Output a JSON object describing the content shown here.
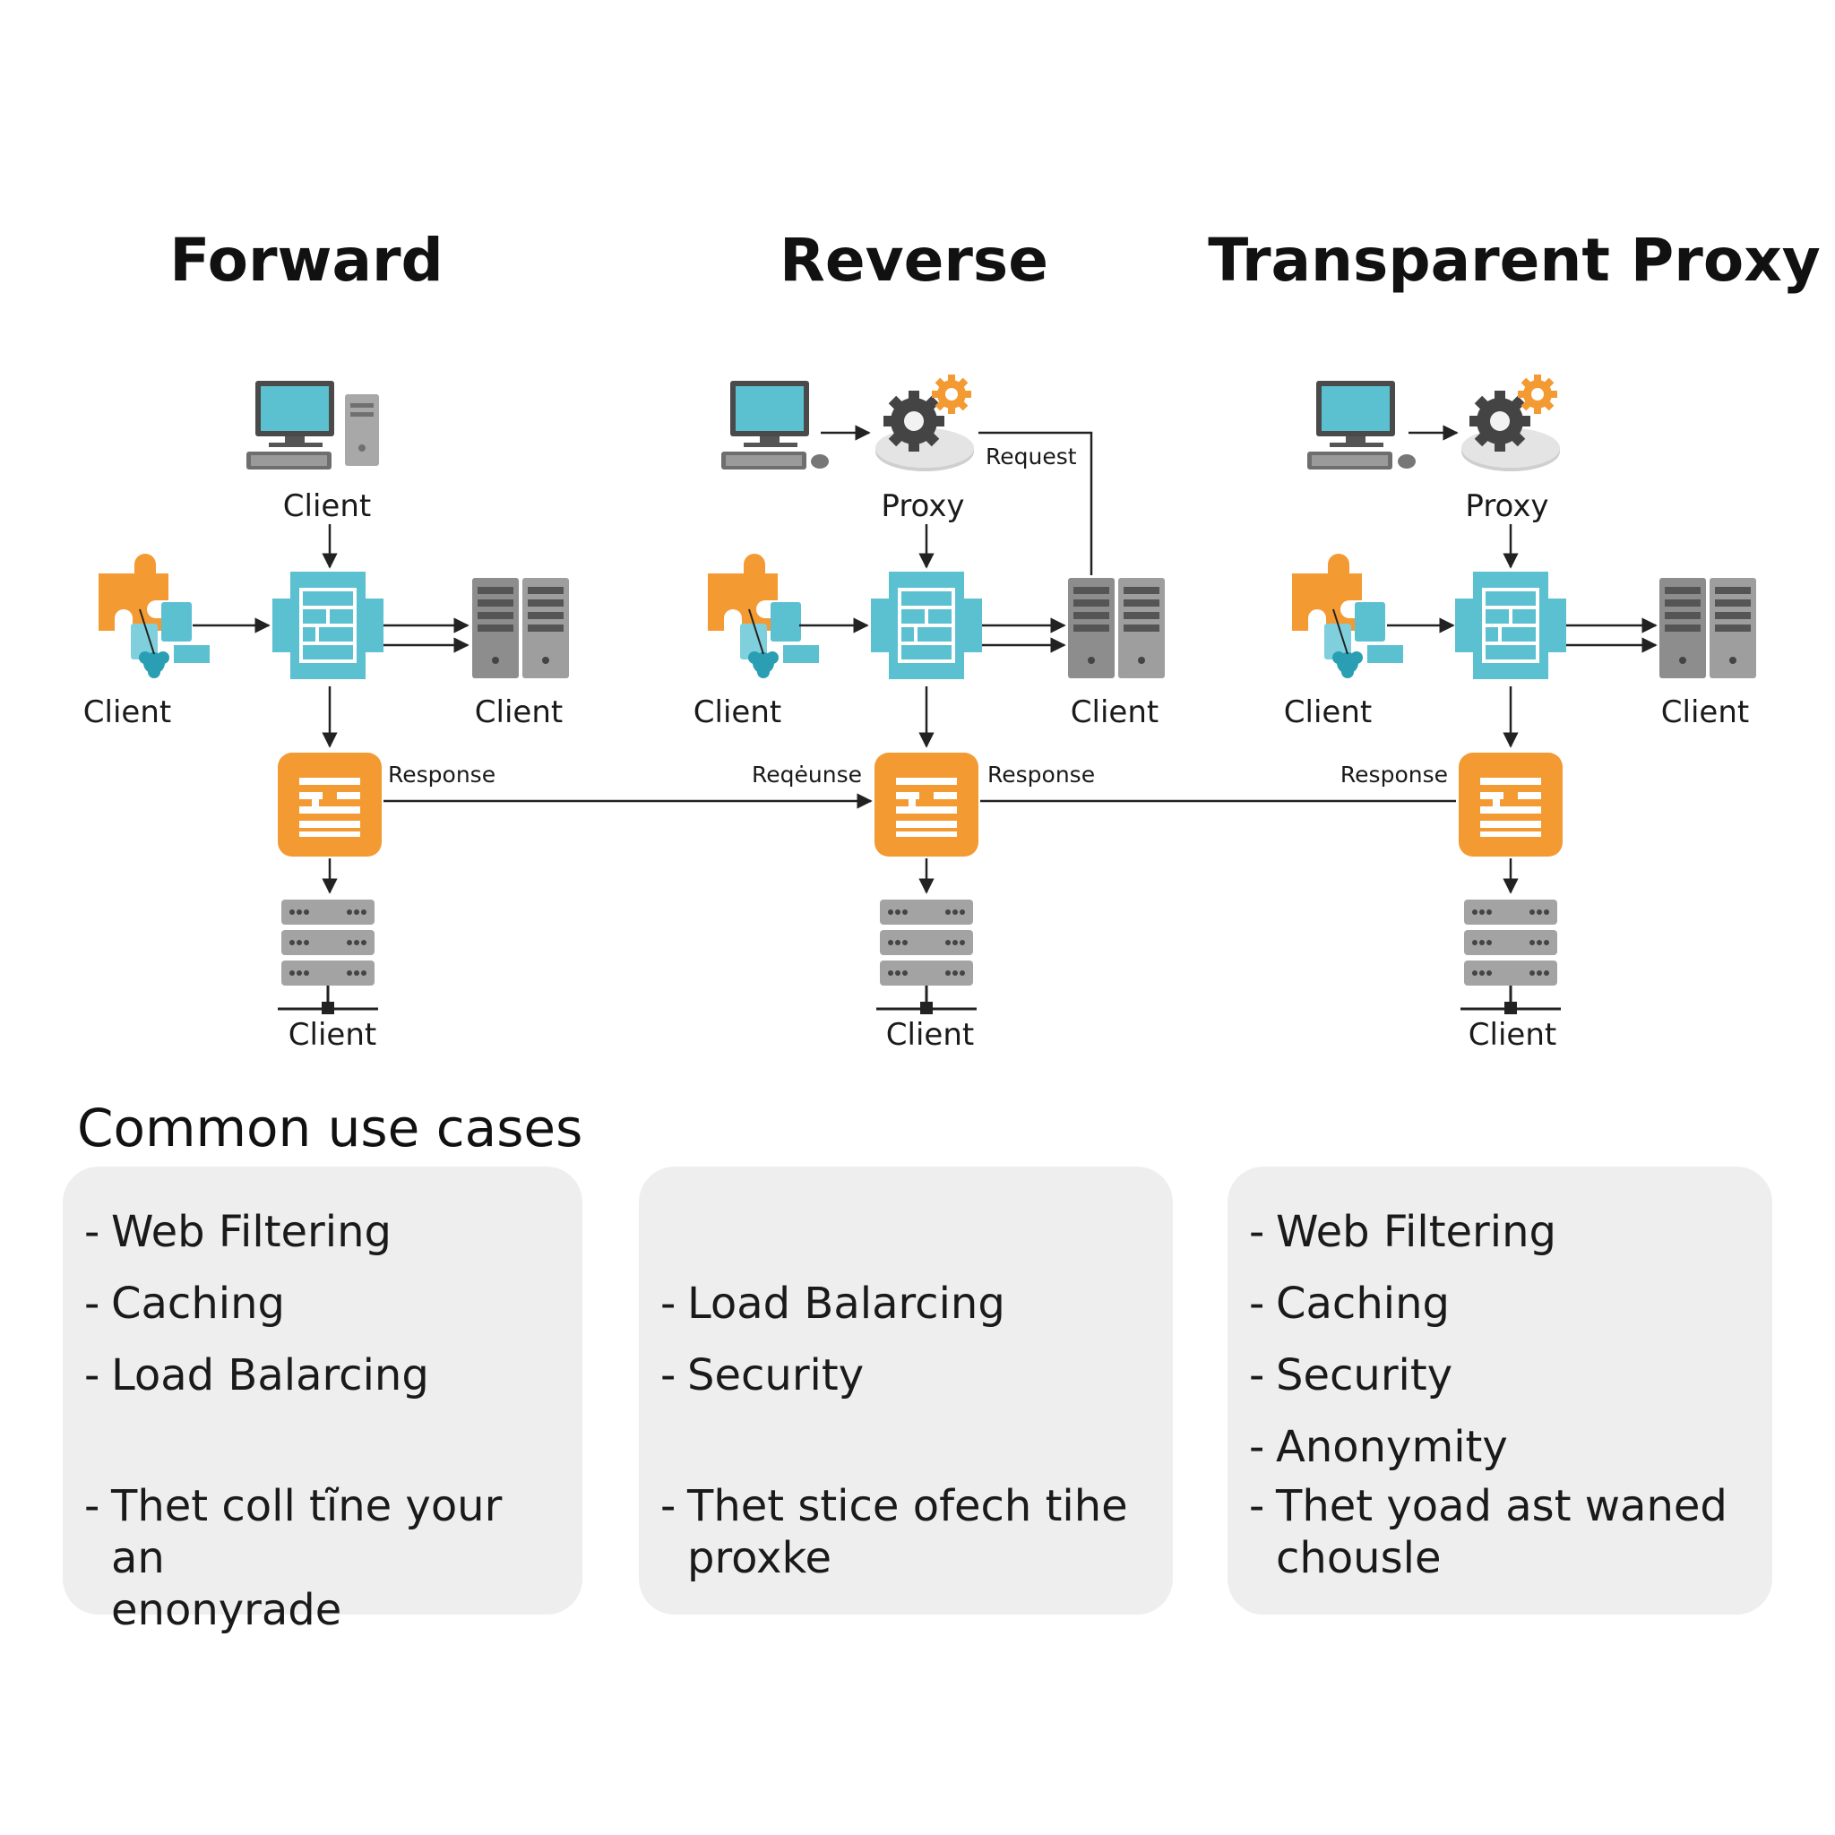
{
  "columns": [
    {
      "title": "Forward",
      "top_label": "Client",
      "left_label": "Client",
      "right_label": "Client",
      "left_flow_label": "",
      "right_flow_label": "Response",
      "bottom_label": "Client"
    },
    {
      "title": "Reverse",
      "top_label": "Proxy",
      "request_label": "Request",
      "left_label": "Client",
      "right_label": "Client",
      "left_flow_label": "Reqėunse",
      "right_flow_label": "Response",
      "bottom_label": "Client"
    },
    {
      "title": "Transparent Proxy",
      "top_label": "Proxy",
      "left_label": "Client",
      "right_label": "Client",
      "left_flow_label": "Response",
      "right_flow_label": "",
      "bottom_label": "Client"
    }
  ],
  "use_cases": {
    "heading": "Common use cases",
    "cards": [
      {
        "items": [
          {
            "text": "Web Filtering",
            "row": 0
          },
          {
            "text": "Caching",
            "row": 1
          },
          {
            "text": "Load Balarcing",
            "row": 2
          },
          {
            "text": "Thet coll tĩne your an\nenonyrade",
            "row": 4
          }
        ]
      },
      {
        "items": [
          {
            "text": "Load Balarcing",
            "row": 1
          },
          {
            "text": "Security",
            "row": 2
          },
          {
            "text": "Thet stice ofech tihe\nproxke",
            "row": 4
          }
        ]
      },
      {
        "items": [
          {
            "text": "Web Filtering",
            "row": 0
          },
          {
            "text": "Caching",
            "row": 1
          },
          {
            "text": "Security",
            "row": 2
          },
          {
            "text": "Anonymity",
            "row": 3
          },
          {
            "text": "Thet yoad ast waned\nchousle",
            "row": 4
          }
        ]
      }
    ]
  },
  "colors": {
    "teal": "#5bc0d0",
    "teal_dark": "#2a9fb3",
    "orange": "#f39a33",
    "gray": "#9e9e9e",
    "gray_dark": "#6e6e6e",
    "card_bg": "#eeeeee"
  }
}
